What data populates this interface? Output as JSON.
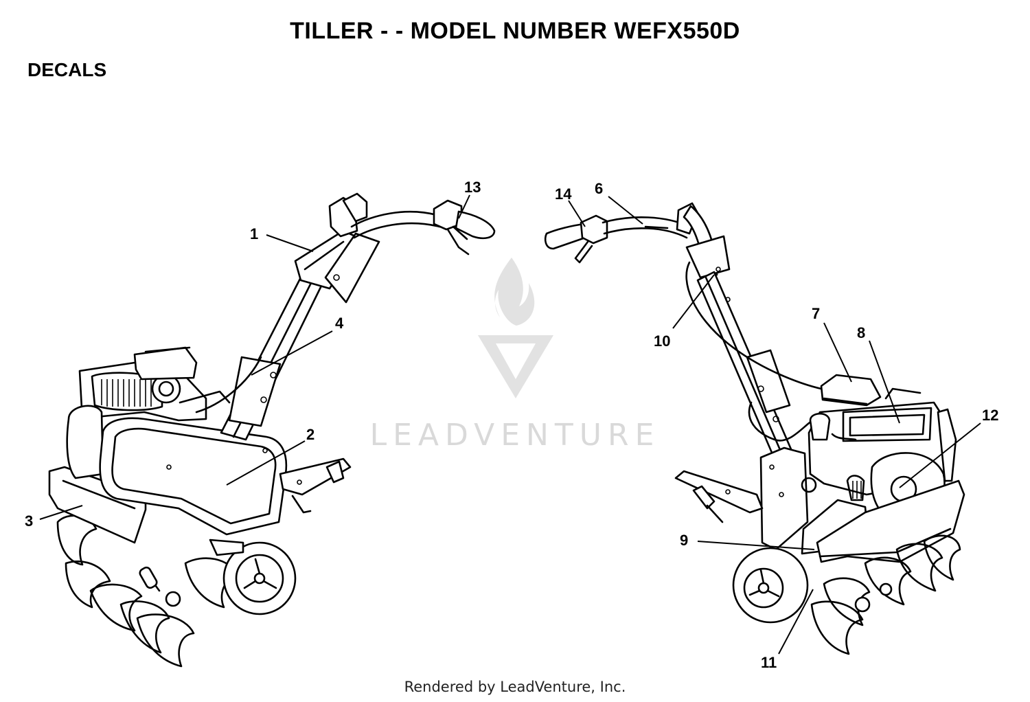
{
  "header": {
    "title": "TILLER - - MODEL NUMBER WEFX550D",
    "section": "DECALS"
  },
  "watermark": {
    "text": "LEADVENTURE",
    "logo": "flame-v-logo-icon"
  },
  "callouts": [
    "1",
    "2",
    "3",
    "4",
    "6",
    "7",
    "8",
    "9",
    "10",
    "11",
    "12",
    "13",
    "14"
  ],
  "footer": {
    "text": "Rendered by LeadVenture, Inc."
  },
  "colors": {
    "ink": "#000000",
    "watermark": "#d9d9d9"
  }
}
